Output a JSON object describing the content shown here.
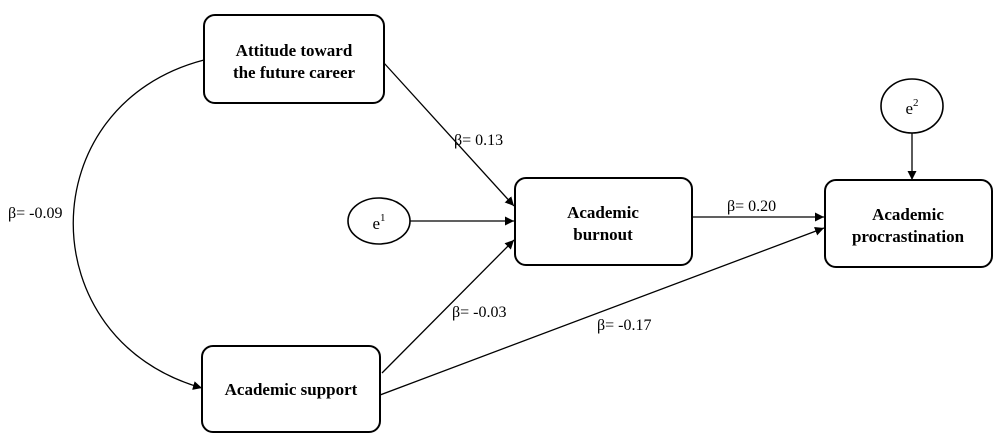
{
  "nodes": {
    "attitude": {
      "line1": "Attitude toward",
      "line2": "the future career"
    },
    "support": {
      "label": "Academic support"
    },
    "burnout": {
      "line1": "Academic",
      "line2": "burnout"
    },
    "procrastination": {
      "line1": "Academic",
      "line2": "procrastination"
    }
  },
  "errors": {
    "e1": {
      "base": "e",
      "sup": "1"
    },
    "e2": {
      "base": "e",
      "sup": "2"
    }
  },
  "coefficients": {
    "correlation": "β= -0.09",
    "attitude_to_burnout": "β= 0.13",
    "support_to_burnout": "β= -0.03",
    "burnout_to_procrastination": "β= 0.20",
    "support_to_procrastination": "β= -0.17"
  },
  "colors": {
    "stroke": "#000000",
    "background": "#ffffff"
  }
}
